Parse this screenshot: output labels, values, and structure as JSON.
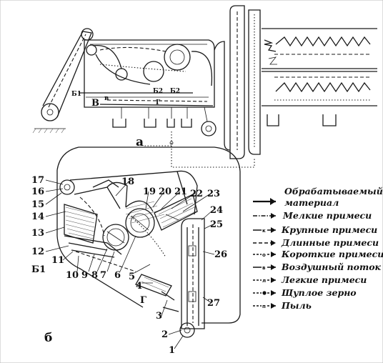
{
  "figure_labels": {
    "a": "а",
    "b": "б"
  },
  "part_a": {
    "labels": {
      "B1": "Б1",
      "B2a": "Б2",
      "B2b": "Б2",
      "V_left": "В",
      "V_small": "в",
      "G": "Г"
    }
  },
  "part_b": {
    "callouts": [
      "1",
      "2",
      "3",
      "4",
      "5",
      "6",
      "7",
      "8",
      "9",
      "10",
      "11",
      "12",
      "13",
      "14",
      "15",
      "16",
      "17",
      "18",
      "19",
      "20",
      "21",
      "22",
      "23",
      "24",
      "25",
      "26",
      "27"
    ],
    "B1": "Б1",
    "G": "Г"
  },
  "legend": [
    {
      "marker": "",
      "text": "Обрабатываемый материал",
      "line1": "Обрабатываемый",
      "line2": "материал"
    },
    {
      "marker": "",
      "text": "Мелкие примеси"
    },
    {
      "marker": "к",
      "text": "Крупные примеси"
    },
    {
      "marker": "",
      "text": "Длинные примеси"
    },
    {
      "marker": "о",
      "text": "Короткие примеси"
    },
    {
      "marker": "в",
      "text": "Воздушный поток"
    },
    {
      "marker": "л",
      "text": "Легкие примеси"
    },
    {
      "marker": "",
      "text": "Щуплое зерно"
    },
    {
      "marker": "п",
      "text": "Пыль"
    }
  ],
  "colors": {
    "ink": "#111111",
    "paper": "#ffffff",
    "hatch": "#555555"
  }
}
